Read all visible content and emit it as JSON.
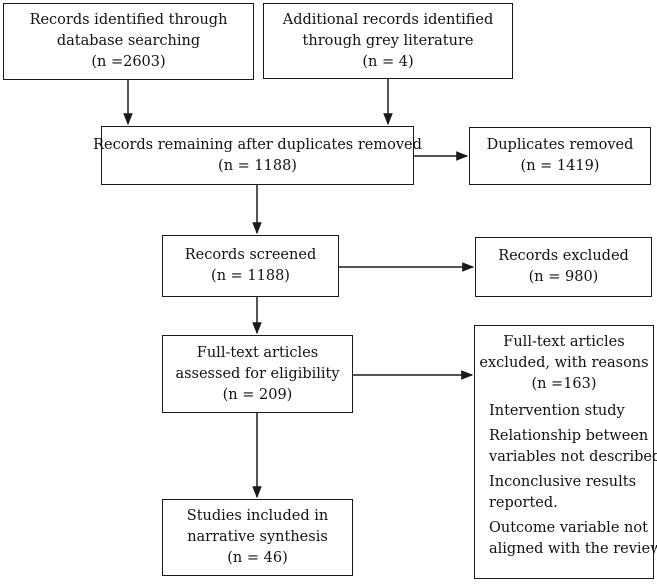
{
  "identification": {
    "database": [
      "Records identified through",
      "database searching",
      "(n =2603)"
    ],
    "grey": [
      "Additional records identified",
      "through grey literature",
      "(n = 4)"
    ]
  },
  "remaining": [
    "Records remaining after duplicates removed",
    "(n = 1188)"
  ],
  "duplicates": [
    "Duplicates removed",
    "(n = 1419)"
  ],
  "screened": [
    "Records screened",
    "(n = 1188)"
  ],
  "excluded": [
    "Records excluded",
    "(n = 980)"
  ],
  "eligibility": [
    "Full-text articles",
    "assessed for eligibility",
    "(n = 209)"
  ],
  "fulltext_excluded": {
    "header": [
      "Full-text articles",
      "excluded, with reasons",
      "(n =163)"
    ],
    "reasons": [
      [
        "Intervention study"
      ],
      [
        "Relationship between",
        "variables not described."
      ],
      [
        "Inconclusive results",
        "reported."
      ],
      [
        "Outcome variable not",
        "aligned with the review."
      ]
    ]
  },
  "included": [
    "Studies included in",
    "narrative synthesis",
    "(n = 46)"
  ]
}
